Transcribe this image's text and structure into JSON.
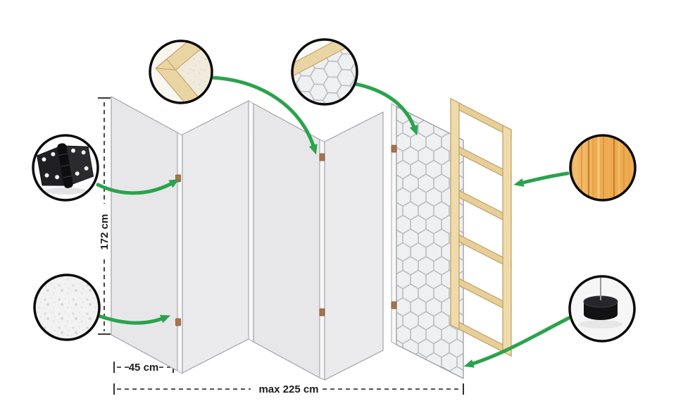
{
  "labels": {
    "height": "172 cm",
    "panel_width": "45 cm",
    "total_width": "max 225 cm"
  },
  "icons": {
    "hinge": "hinge-photo-icon",
    "fabric": "fabric-texture-icon",
    "frame_corner": "frame-corner-icon",
    "pattern_corner": "pattern-corner-icon",
    "wood": "wood-texture-icon",
    "foot": "foot-pad-icon"
  },
  "colors": {
    "background": "#ffffff",
    "arrow_green": "#2aa34c",
    "panel_gray": "#e7e7e9",
    "pattern_line": "#bdbdc4",
    "frame_wood": "#e7cf9a",
    "wood_texture": "#eeab51",
    "hinge_mark_brown": "#a9744a",
    "outline": "#0b0b0b"
  }
}
